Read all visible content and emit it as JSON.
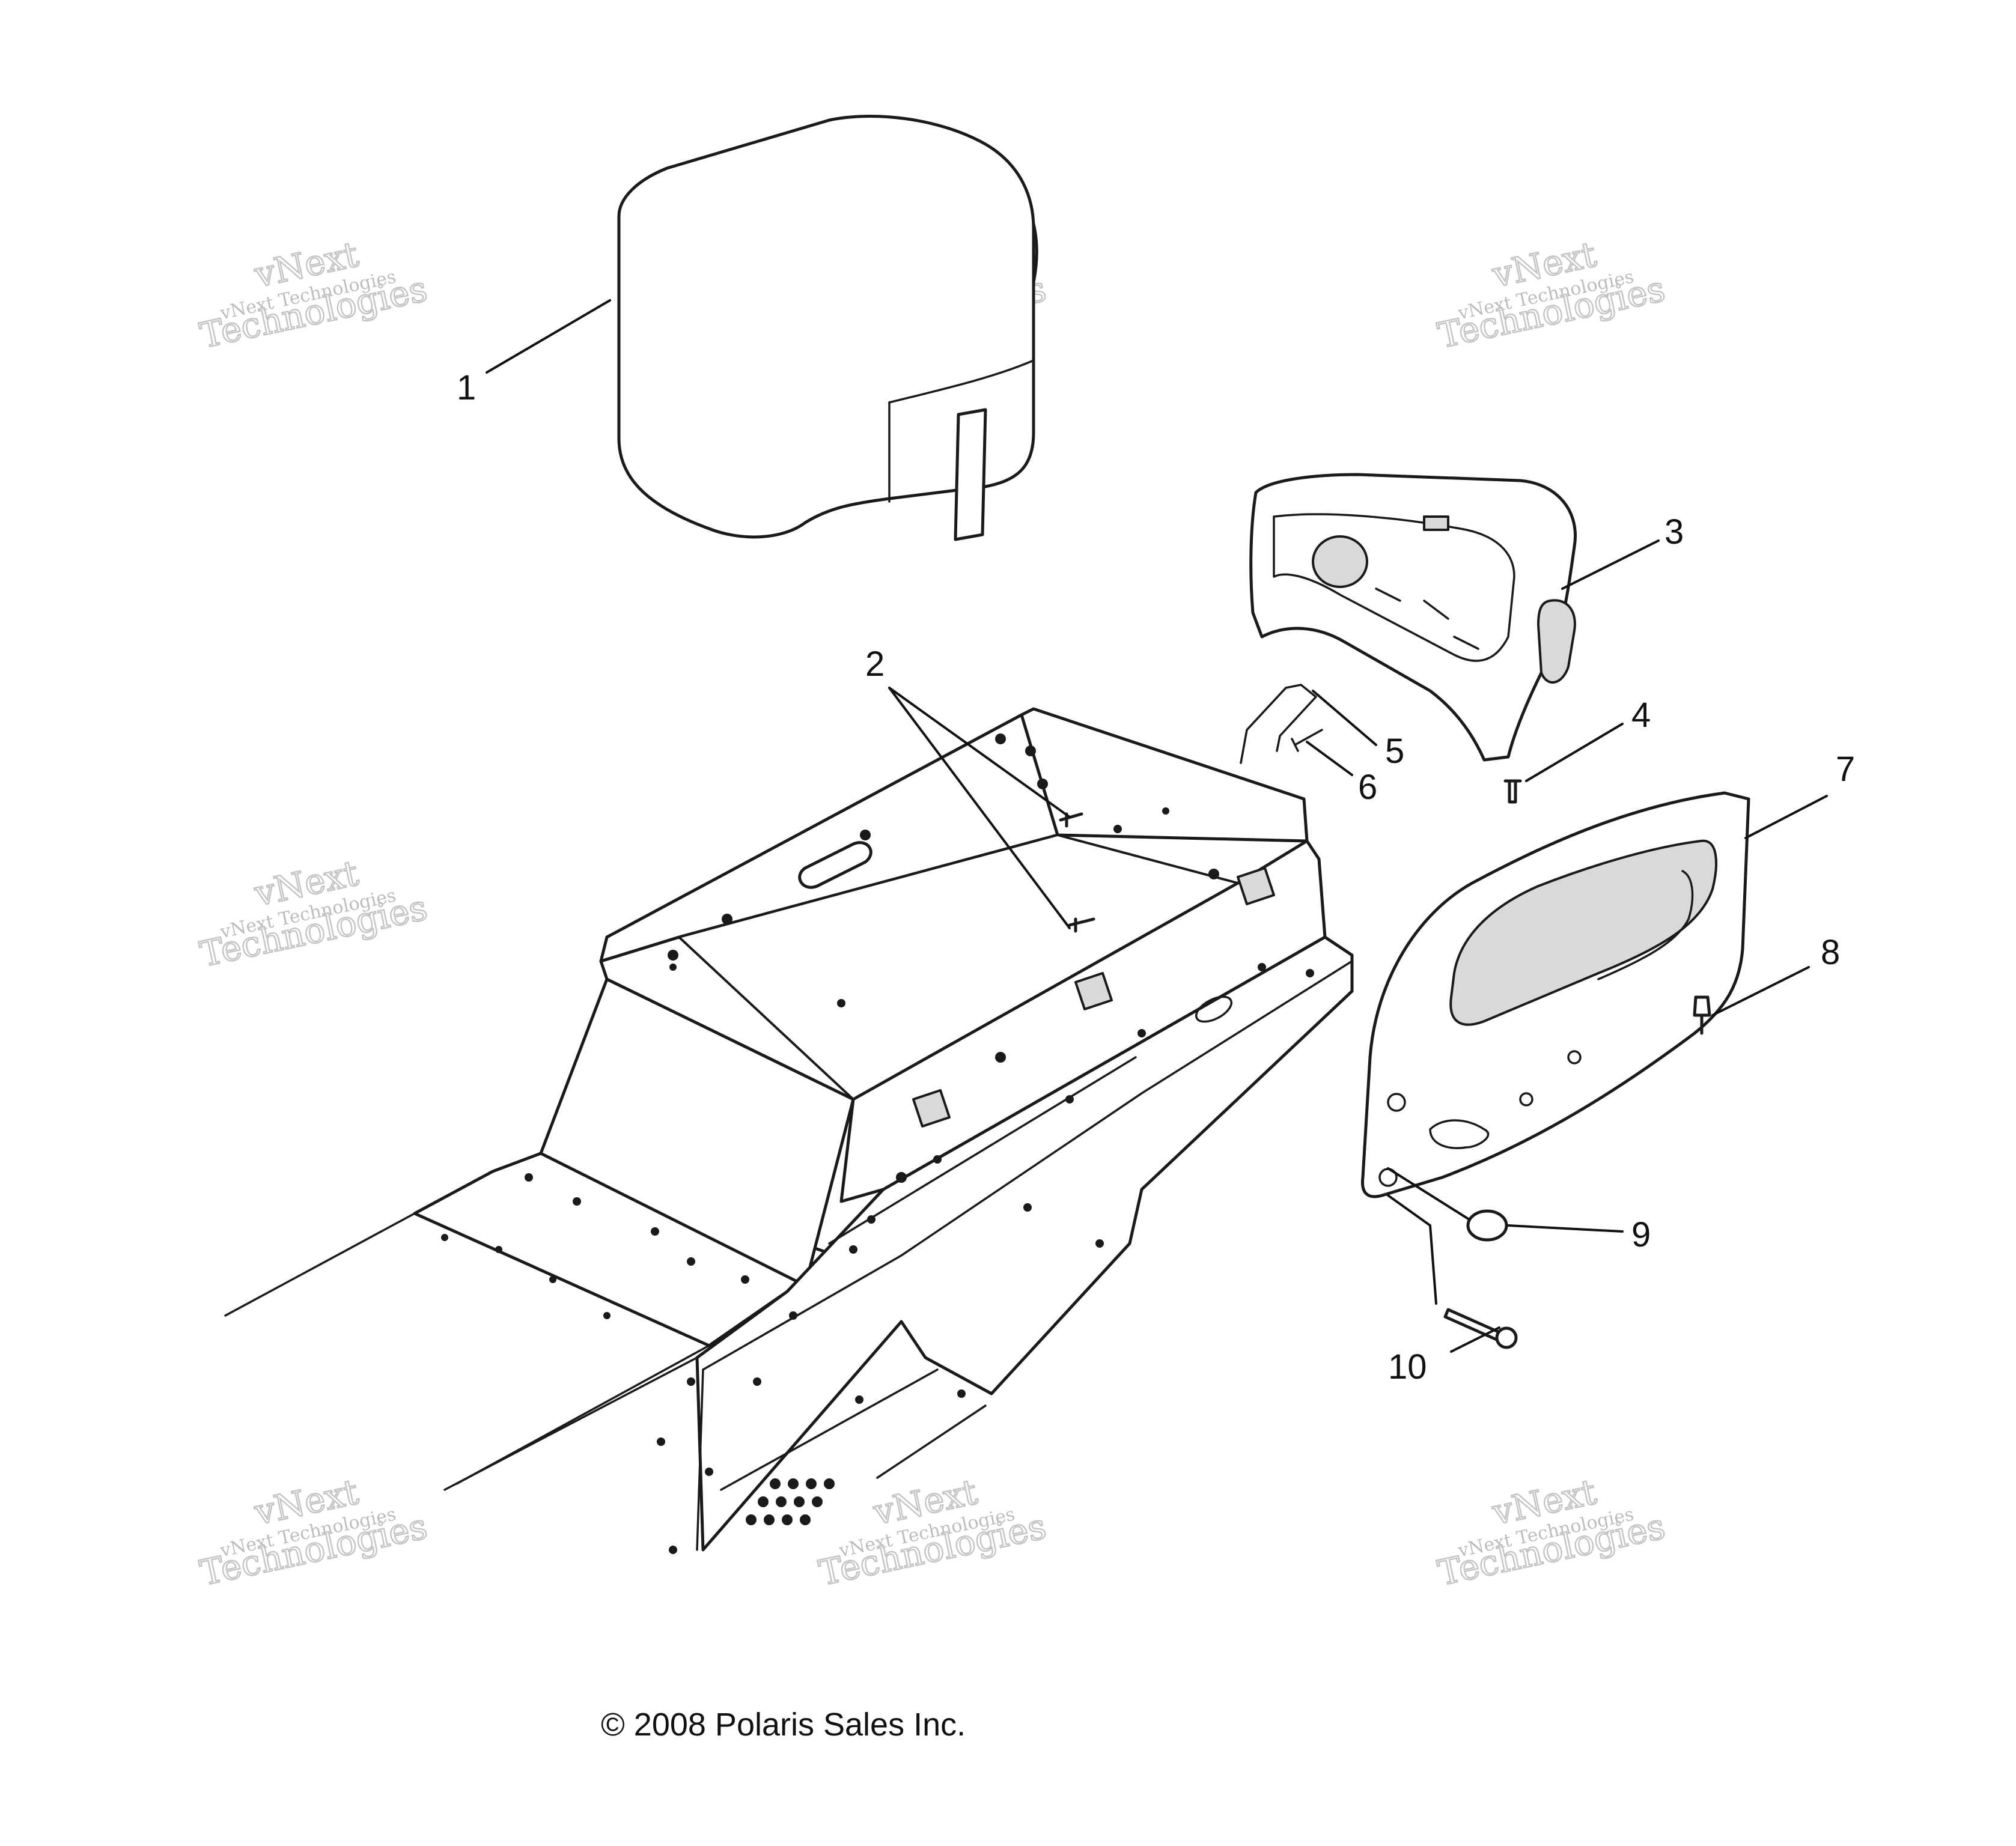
{
  "callouts": [
    {
      "id": "1",
      "label": "1"
    },
    {
      "id": "2",
      "label": "2"
    },
    {
      "id": "3",
      "label": "3"
    },
    {
      "id": "4",
      "label": "4"
    },
    {
      "id": "5",
      "label": "5"
    },
    {
      "id": "6",
      "label": "6"
    },
    {
      "id": "7",
      "label": "7"
    },
    {
      "id": "8",
      "label": "8"
    },
    {
      "id": "9",
      "label": "9"
    },
    {
      "id": "10",
      "label": "10"
    }
  ],
  "watermark": {
    "line1": "vNext",
    "line2": "Technologies",
    "small": "vNext Technologies"
  },
  "copyright": "© 2008 Polaris Sales Inc.",
  "colors": {
    "ink": "#1a1a1a",
    "watermark": "#bdbdbd",
    "background": "#ffffff"
  }
}
